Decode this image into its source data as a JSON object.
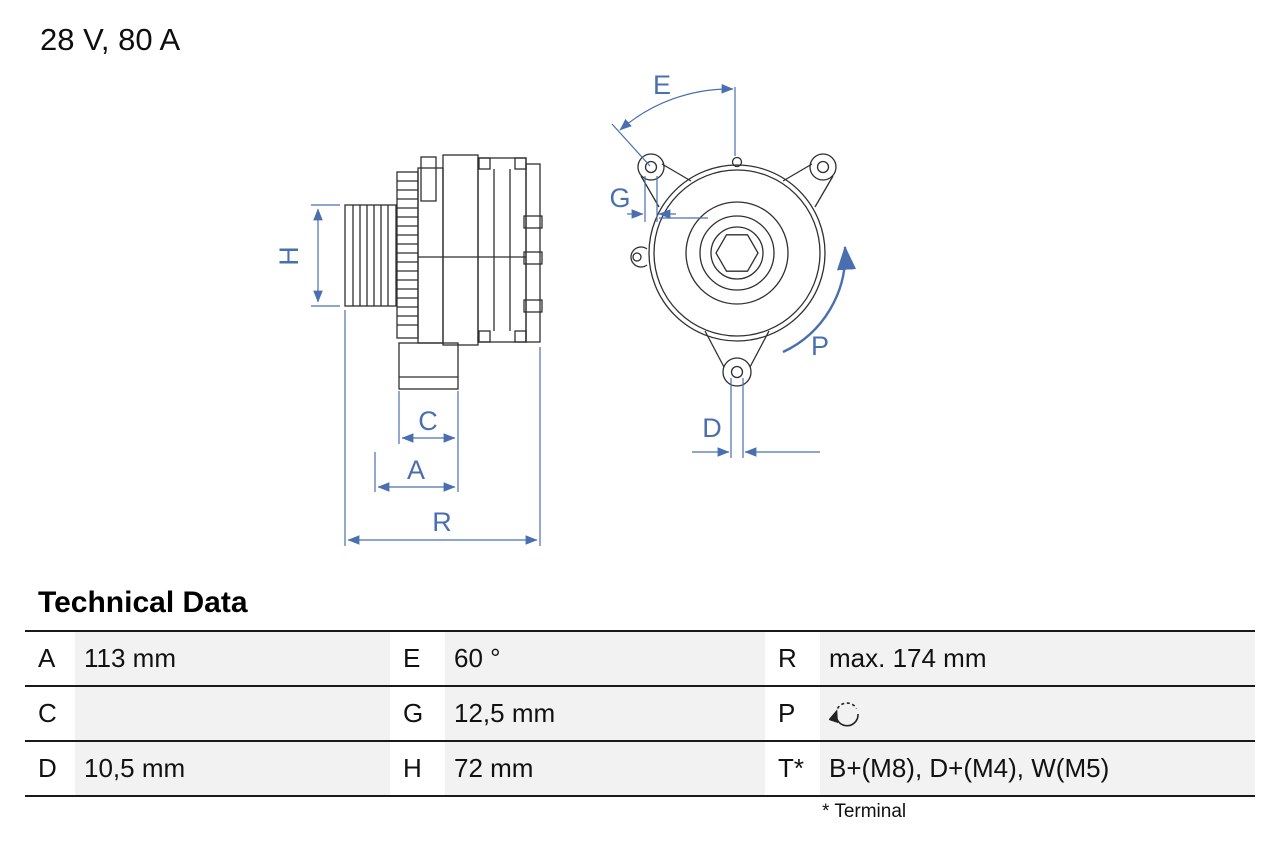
{
  "header": {
    "rating": "28 V, 80 A"
  },
  "diagram": {
    "dim_labels": {
      "H": "H",
      "C": "C",
      "A": "A",
      "R": "R",
      "E": "E",
      "G": "G",
      "D": "D",
      "P": "P"
    },
    "colors": {
      "dimension_blue": "#4a6fb0",
      "line_dark": "#2f2f2f"
    }
  },
  "technical_data": {
    "title": "Technical Data",
    "rows": [
      {
        "cells": [
          {
            "label": "A",
            "value": "113 mm"
          },
          {
            "label": "E",
            "value": "60 °"
          },
          {
            "label": "R",
            "value": "max. 174 mm"
          }
        ]
      },
      {
        "cells": [
          {
            "label": "C",
            "value": ""
          },
          {
            "label": "G",
            "value": "12,5 mm"
          },
          {
            "label": "P",
            "value": "",
            "icon": "rotation-direction-icon"
          }
        ]
      },
      {
        "cells": [
          {
            "label": "D",
            "value": "10,5 mm"
          },
          {
            "label": "H",
            "value": "72 mm"
          },
          {
            "label": "T*",
            "value": "B+(M8), D+(M4), W(M5)"
          }
        ]
      }
    ],
    "footnote": "* Terminal"
  }
}
